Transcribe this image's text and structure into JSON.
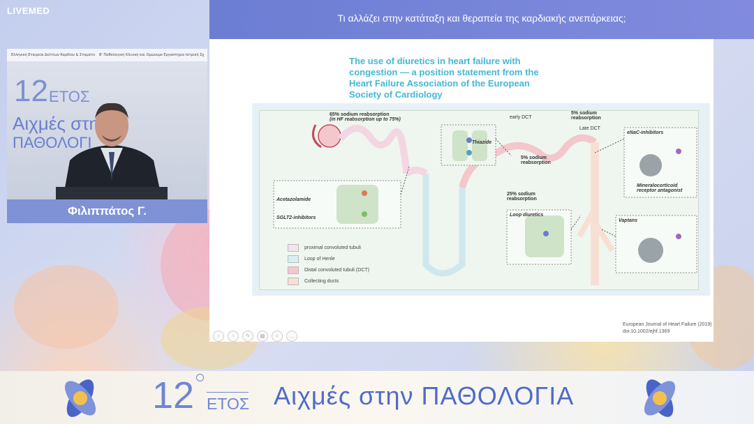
{
  "broadcast": {
    "logo": "LIVEMED"
  },
  "header": {
    "title": "Τι αλλάζει στην κατάταξη και θεραπεία της καρδιακής ανεπάρκειας;"
  },
  "video": {
    "banner_left": "Ελληνική Εταιρεία Δελτίων Καρδίου & Σταματικής Θεραπείας",
    "banner_right": "Β' Παθολογική Κλινική και Ομώνυμο Εργαστήριο Ιατρική Σχολή Ε.Κ.Π.Α., Γ.Ν.Α. «Ιπποκράτειο»",
    "event_number": "12",
    "event_years": "ΕΤΟΣ",
    "event_line1": "Αιχμές στην",
    "event_line2": "ΠΑΘΟΛΟΓΙ",
    "speaker_name": "Φιλιππάτος Γ."
  },
  "slide": {
    "title_line1": "The use of diuretics in heart failure with",
    "title_line2": "congestion — a position statement from the",
    "title_line3": "Heart Failure Association of the European",
    "title_line4": "Society of Cardiology",
    "figure": {
      "label_proximal": "65% sodium reabsorption",
      "label_proximal_hf": "(in HF reabsorption up to 75%)",
      "label_early_dct": "early DCT",
      "label_late_dct_pct": "5% sodium",
      "label_late_dct_pct2": "reabsorption",
      "label_late_dct": "Late DCT",
      "label_dct_pct": "5% sodium",
      "label_dct_pct2": "reabsorption",
      "label_loop_pct": "25% sodium",
      "label_loop_pct2": "reabsorption",
      "thiazide": "Thiazide",
      "enac": "eNaC-inhibitors",
      "mra": "Mineralocorticoid receptor antagonist",
      "acetazolamide": "Acetazolamide",
      "sglt2": "SGLT2-inhibitors",
      "loop": "Loop diuretics",
      "vaptans": "Vaptans",
      "legend": [
        {
          "label": "proximal convoluted tubuli",
          "color": "#f4e3ee"
        },
        {
          "label": "Loop of Henle",
          "color": "#d8eef2"
        },
        {
          "label": "Distal convoluted tubuli (DCT)",
          "color": "#f3c7cc"
        },
        {
          "label": "Collecting ducts",
          "color": "#f8dfd4"
        }
      ]
    },
    "citation_line1": "European Journal of Heart Failure (2019)",
    "citation_line2": "doi:10.1002/ejhf.1369"
  },
  "footer": {
    "number": "12",
    "years": "ΕΤΟΣ",
    "title": "Αιχμές στην ΠΑΘΟΛΟΓΙΑ"
  }
}
